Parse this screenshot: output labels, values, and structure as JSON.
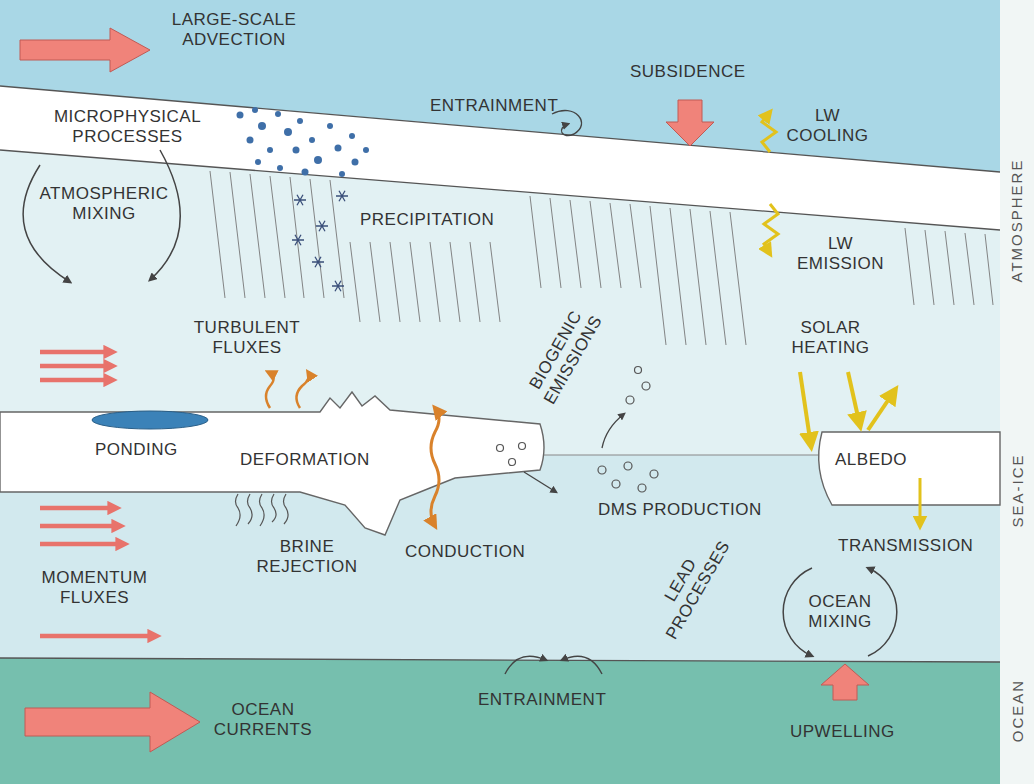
{
  "diagram": {
    "nodes": [
      {
        "text": [
          "ATMOSPHERE"
        ]
      },
      {
        "text": [
          "SEA-ICE"
        ]
      },
      {
        "text": [
          "OCEAN"
        ]
      }
    ],
    "labels": [
      "LARGE-SCALE ADVECTION",
      "SUBSIDENCE",
      "MICROPHYSICAL PROCESSES",
      "ENTRAINMENT",
      "LW COOLING",
      "ATMOSPHERIC MIXING",
      "PRECIPITATION",
      "LW EMISSION",
      "TURBULENT FLUXES",
      "BIOGENIC EMISSIONS",
      "SOLAR HEATING",
      "PONDING",
      "DEFORMATION",
      "ALBEDO",
      "DMS PRODUCTION",
      "CONDUCTION",
      "BRINE REJECTION",
      "LEAD PROCESSES",
      "TRANSMISSION",
      "MOMENTUM FLUXES",
      "OCEAN MIXING",
      "ENTRAINMENT",
      "OCEAN CURRENTS",
      "UPWELLING"
    ]
  }
}
